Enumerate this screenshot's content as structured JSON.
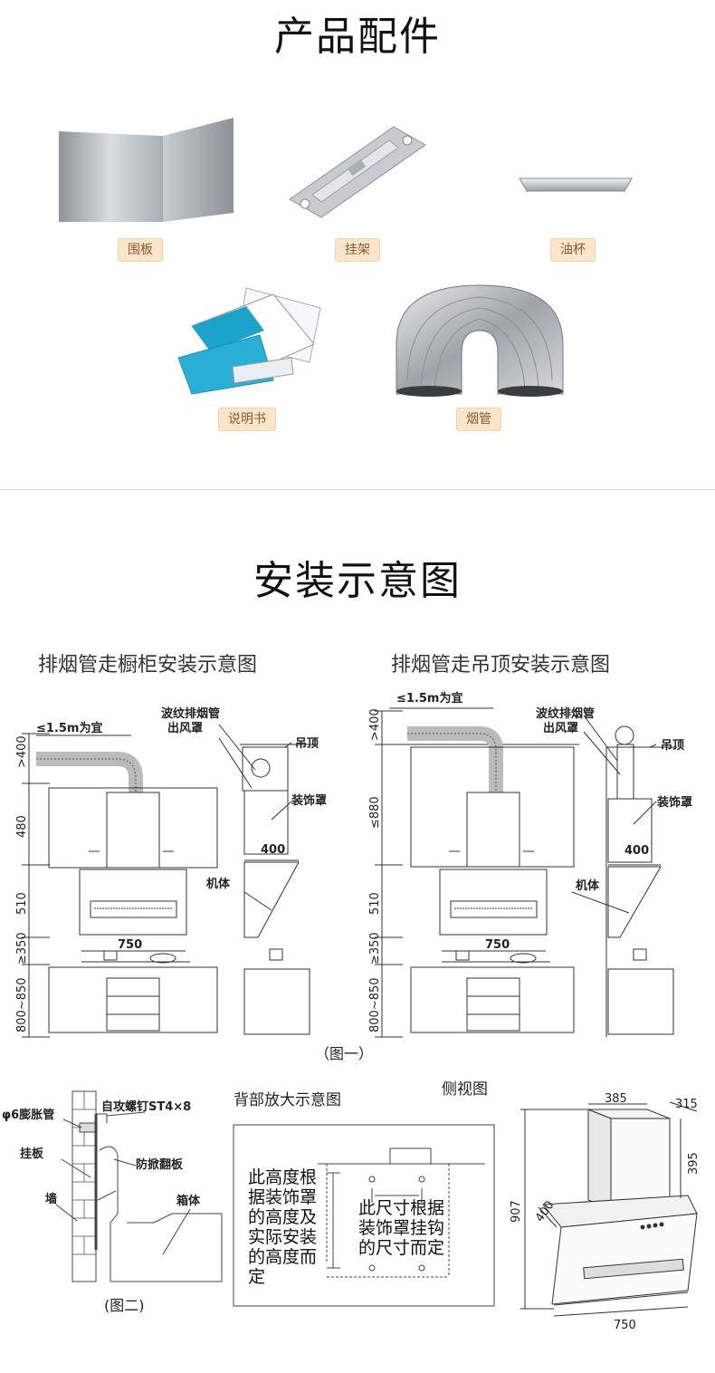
{
  "section1": {
    "title": "产品配件",
    "accessories": [
      {
        "label": "围板"
      },
      {
        "label": "挂架"
      },
      {
        "label": "油杯"
      },
      {
        "label": "说明书"
      },
      {
        "label": "烟管"
      }
    ]
  },
  "section2": {
    "title": "安装示意图",
    "diagram_left": {
      "title": "排烟管走橱柜安装示意图",
      "length_note": "≤1.5m为宜",
      "labels": {
        "duct": "波纹排烟管",
        "outlet": "出风罩",
        "ceiling": "吊顶",
        "cover": "装饰罩",
        "body": "机体"
      },
      "dims": {
        "top": ">400",
        "cabinet": "480",
        "hood": "510",
        "gap": "≥350",
        "counter": "800~850",
        "width": "750",
        "depth": "400"
      }
    },
    "diagram_right": {
      "title": "排烟管走吊顶安装示意图",
      "length_note": "≤1.5m为宜",
      "labels": {
        "duct": "波纹排烟管",
        "outlet": "出风罩",
        "ceiling": "吊顶",
        "cover": "装饰罩",
        "body": "机体"
      },
      "dims": {
        "top": ">400",
        "cabinet": "≤880",
        "hood": "510",
        "gap": "≥350",
        "counter": "800~850",
        "width": "750",
        "depth": "400"
      }
    },
    "figure1_caption": "（图一）",
    "detail": {
      "labels": {
        "tube": "φ6膨胀管",
        "screw": "自攻螺钉ST4×8",
        "bracket": "挂板",
        "flap": "防掀翻板",
        "wall": "墙",
        "box": "箱体"
      },
      "caption": "(图二)"
    },
    "back_view": {
      "title": "背部放大示意图",
      "note_left": [
        "此高度根",
        "据装饰罩",
        "的高度及",
        "实际安装",
        "的高度而",
        "定"
      ],
      "note_right": [
        "此尺寸根据",
        "装饰罩挂钩",
        "的尺寸而定"
      ]
    },
    "side_view": {
      "title": "侧视图",
      "dims": {
        "top_width": "385",
        "top_depth": "315",
        "chimney_height": "395",
        "total_height": "907",
        "depth": "400",
        "width": "750"
      }
    }
  }
}
